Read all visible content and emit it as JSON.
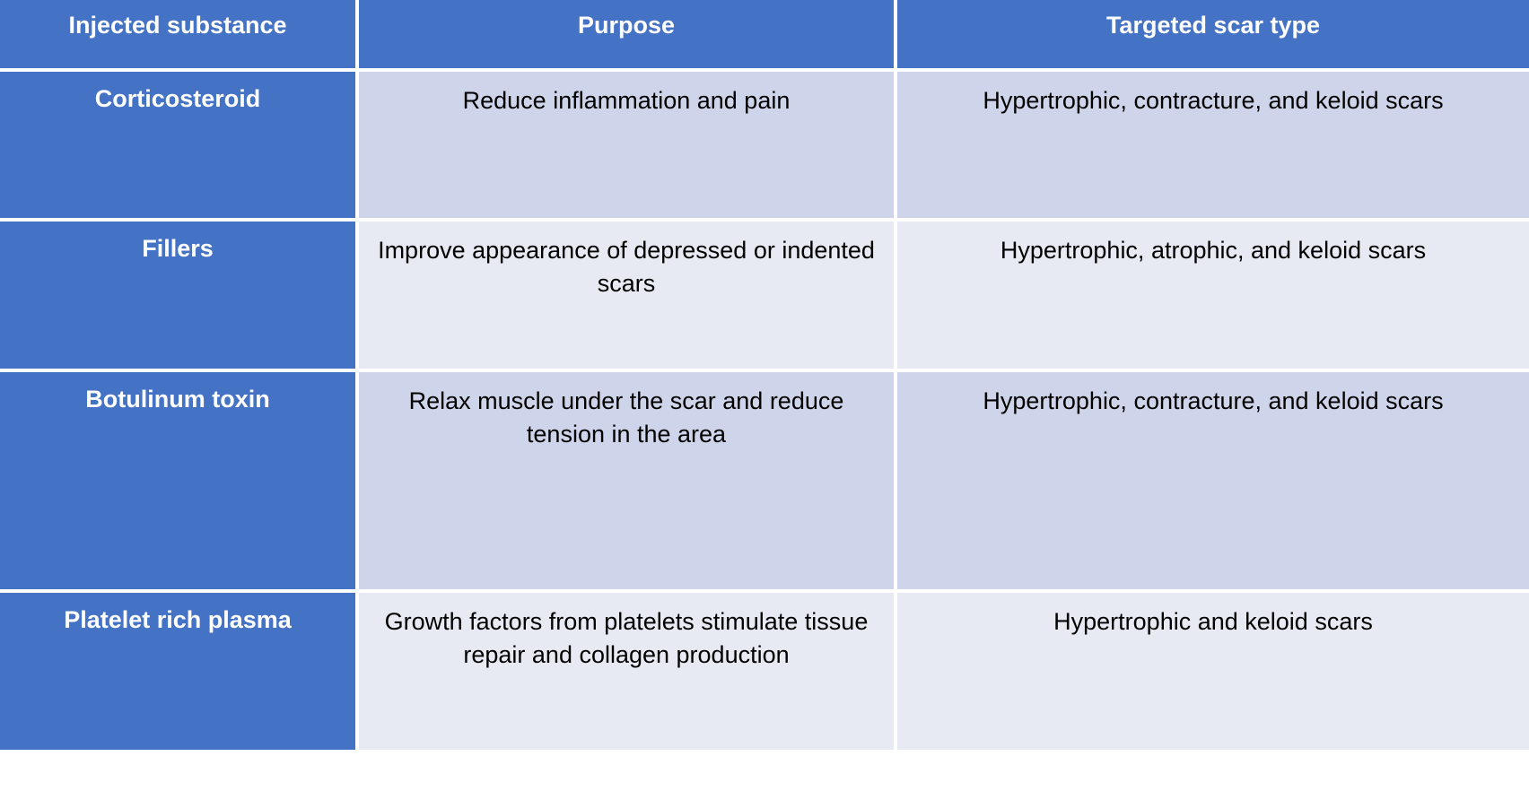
{
  "table": {
    "columns": [
      {
        "key": "substance",
        "label": "Injected substance"
      },
      {
        "key": "purpose",
        "label": "Purpose"
      },
      {
        "key": "scar_type",
        "label": "Targeted scar type"
      }
    ],
    "colors": {
      "header_background": "#4472C4",
      "header_text": "#FFFFFF",
      "label_column_background": "#4472C4",
      "label_column_text": "#FFFFFF",
      "band_dark": "#CED4EA",
      "band_light": "#E8EAF3",
      "body_text": "#000000",
      "gridline": "#FFFFFF"
    },
    "rows": [
      {
        "substance": "Corticosteroid",
        "purpose": "Reduce inflammation and pain",
        "scar_type": "Hypertrophic, contracture, and keloid scars"
      },
      {
        "substance": "Fillers",
        "purpose": "Improve appearance of depressed or indented scars",
        "scar_type": "Hypertrophic, atrophic, and keloid scars"
      },
      {
        "substance": "Botulinum toxin",
        "purpose": "Relax muscle under the scar and reduce tension in the area",
        "scar_type": "Hypertrophic, contracture, and keloid scars"
      },
      {
        "substance": "Platelet rich plasma",
        "purpose": "Growth factors from platelets stimulate tissue repair and collagen production",
        "scar_type": "Hypertrophic and keloid scars"
      }
    ]
  }
}
